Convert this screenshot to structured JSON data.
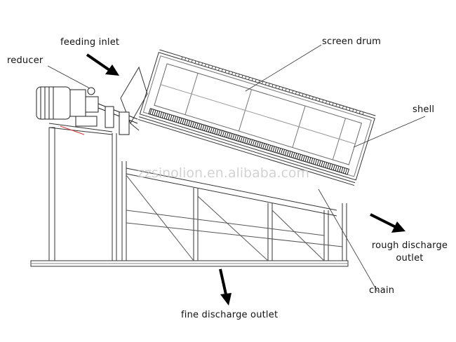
{
  "diagram": {
    "title": "Drum screen structure diagram",
    "labels": {
      "feeding_inlet": "feeding inlet",
      "reducer": "reducer",
      "screen_drum": "screen drum",
      "shell": "shell",
      "rough_discharge_line1": "rough discharge",
      "rough_discharge_line2": "outlet",
      "chain": "chain",
      "fine_discharge_outlet": "fine discharge outlet"
    },
    "watermark": "zzsinolion.en.alibaba.com"
  }
}
